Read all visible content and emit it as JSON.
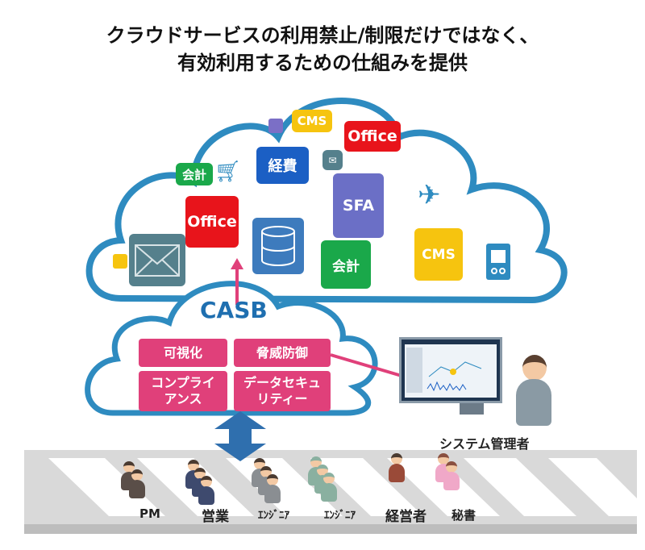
{
  "title": {
    "line1": "クラウドサービスの利用禁止/制限だけではなく、",
    "line2": "有効利用するための仕組みを提供"
  },
  "cloud_services": {
    "cms_small": "CMS",
    "office_top": "Office",
    "kaikei_small": "会計",
    "keihi": "経費",
    "sfa": "SFA",
    "office_big": "Office",
    "kaikei_big": "会計",
    "cms_big": "CMS"
  },
  "casb": {
    "label": "CASB",
    "functions": [
      "可視化",
      "脅威防御",
      "コンプライアンス",
      "データセキュリティー"
    ],
    "functions_display": [
      "可視化",
      "脅威防御",
      "コンプライ\nアンス",
      "データセキュ\nリティー"
    ]
  },
  "admin": {
    "label": "システム管理者"
  },
  "users": [
    {
      "label": "PM"
    },
    {
      "label": "営業"
    },
    {
      "label": "ｴﾝｼﾞﾆｱ"
    },
    {
      "label": "ｴﾝｼﾞﾆｱ"
    },
    {
      "label": "経営者"
    },
    {
      "label": "秘書"
    }
  ],
  "colors": {
    "cloud_stroke": "#2e8bc0",
    "pink": "#e0407a",
    "casb_text": "#1f6fb0",
    "office": "#e8141b",
    "cms": "#f6c40f",
    "kaikei": "#1aa84a",
    "keihi": "#1b5fc4",
    "sfa": "#6b6fc6",
    "mail": "#55808c",
    "arrow": "#2f6fae"
  }
}
